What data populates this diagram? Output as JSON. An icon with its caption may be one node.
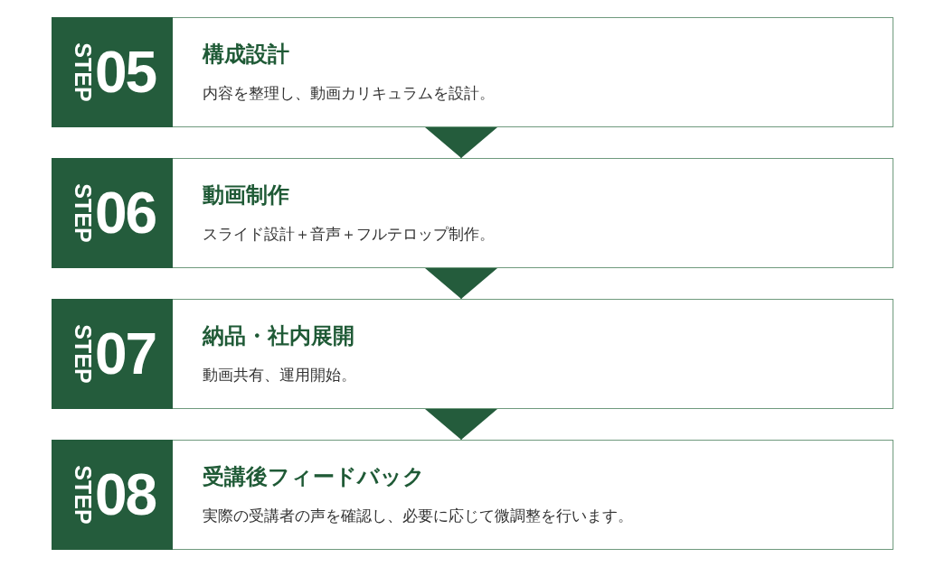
{
  "diagram": {
    "nodes": [
      {
        "text": [
          "構成設計",
          "内容を整理し、動画カリキュラムを設計。"
        ]
      },
      {
        "text": [
          "STEP",
          "05"
        ],
        "in": 0
      },
      {
        "text": [
          "動画制作",
          "スライド設計＋音声＋フルテロップ制作。"
        ]
      },
      {
        "text": [
          "STEP",
          "06"
        ],
        "in": 2
      },
      {
        "text": [
          "納品・社内展開",
          "動画共有、運用開始。"
        ]
      },
      {
        "text": [
          "STEP",
          "07"
        ],
        "in": 4
      },
      {
        "text": [
          "受講後フィードバック",
          "実際の受講者の声を確認し、必要に応じて微調整を行います。"
        ]
      },
      {
        "text": [
          "STEP",
          "08"
        ],
        "in": 6
      }
    ],
    "edges": [
      {
        "from": 0,
        "to": 2,
        "arrow": "to"
      },
      {
        "from": 2,
        "to": 4,
        "arrow": "to"
      },
      {
        "from": 4,
        "to": 6,
        "arrow": "to"
      }
    ]
  }
}
